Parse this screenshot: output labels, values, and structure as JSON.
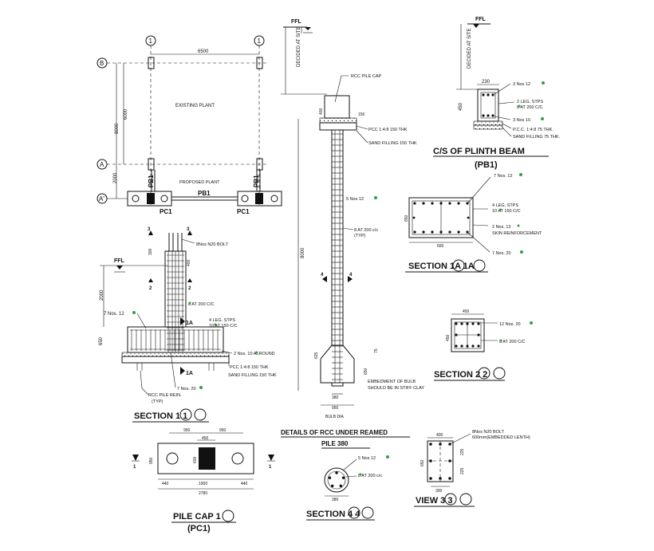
{
  "labels": {
    "grid_1": "1",
    "grid_B": "B",
    "grid_A": "A",
    "grid_A1": "A'",
    "dim_6500": "6500",
    "dim_8000": "8000",
    "dim_6000": "6000",
    "dim_2000": "2000",
    "existing_plant": "EXISTING PLANT",
    "proposed_plant": "PROPOSED PLANT",
    "pb1": "PB1",
    "pc1": "PC1",
    "ffl": "FFL",
    "decided_at_site": "DECIDED AT SITE",
    "rcc_pile_cap": "RCC PILE CAP",
    "pcc_150": "PCC 1:4:8 150 THK",
    "sand_150": "SAND FILLING 150 THK",
    "five_nos_12": "5 Nos 12",
    "ring_8_200": "8 AT 200 c/c",
    "typ": "(TYP)",
    "dim_400": "400",
    "dim_150": "150",
    "dim_8000b": "8000",
    "dim_625": "625",
    "dim_650": "650",
    "dim_75": "75",
    "dim_380": "380",
    "dim_950": "950",
    "bulb_dia": "BULB DIA",
    "embed_1": "EMBEDMENT OF BULB",
    "embed_2": "SHOULD BE IN STIFF CLAY",
    "details_1": "DETAILS OF RCC UNDER REAMED",
    "details_2": "PILE 380",
    "pb_230": "230",
    "pb_450": "450",
    "pb_top": "3 Nos 12",
    "pb_stps_1": "2 LEG. STPS",
    "pb_stps_2": "8 AT 200 C/C",
    "pb_bot": "3 Nos 10",
    "pb_pcc": "P.C.C. 1:4:8 75 THK.",
    "pb_sand": "SAND FILLING 75 THK.",
    "cs_title": "C/S OF PLINTH BEAM",
    "cs_sub": "(PB1)",
    "s1a_top": "7 Nos. 12",
    "s1a_stps_1": "4 LEG. STPS",
    "s1a_stps_2": "10 AT 150 C/C",
    "s1a_skin_1": "2 Nos. 12",
    "s1a_skin_2": "SKIN REINFORCEMENT",
    "s1a_bot": "7 Nos. 20",
    "s1a_650": "650",
    "s1a_660": "660",
    "s1a_title": "SECTION 1A 1A",
    "s2_450": "450",
    "s2_top": "12 Nos. 20",
    "s2_tie": "8 AT 200 C/C",
    "s2_title": "SECTION 2 2",
    "s1_bolt": "8Nos N20 BOLT",
    "s1_300": "300",
    "s1_400": "400",
    "s1_2000": "2000",
    "s1_ties": "8 AT 200 C/C",
    "s1_7nos12": "7 Nos. 12",
    "s1_stps_1": "4 LEG. STPS",
    "s1_stps_2": "10 AT 150 C/C",
    "s1_2nos10": "2 Nos. 10 ALROUND",
    "s1_pcc": "PCC 1:4:8 150 THK",
    "s1_sand": "SAND FILLING 150 THK",
    "s1_7nos20": "7 Nos. 20",
    "s1_pile_1": "RCC PILE REIN.",
    "s1_pile_2": "(TYP)",
    "s1_title": "SECTION 1 1",
    "s1_1a": "1A",
    "s1_3": "3",
    "s1_2": "2",
    "s1_4": "4",
    "s1_650": "650",
    "pc_950a": "950",
    "pc_950b": "950",
    "pc_450": "450",
    "pc_600": "600",
    "pc_950c": "950",
    "pc_440a": "440",
    "pc_1900": "1900",
    "pc_440b": "440",
    "pc_2780": "2780",
    "pc_title": "PILE CAP 1",
    "pc_sub": "(PC1)",
    "s4_bars": "5 Nos 12",
    "s4_ring": "8 AT 200 c/c",
    "s4_380": "380",
    "s4_title": "SECTION 4 4",
    "v3_bolt_1": "8Nos N20 BOLT",
    "v3_bolt_2": "600mm(EMBEDDED LENTH)",
    "v3_400": "400",
    "v3_650": "650",
    "v3_225a": "225",
    "v3_225b": "225",
    "v3_300": "300",
    "v3_title": "VIEW 3 3"
  },
  "colors": {
    "ink": "#111111",
    "bar_mark": "#2ea043",
    "background": "#ffffff"
  }
}
